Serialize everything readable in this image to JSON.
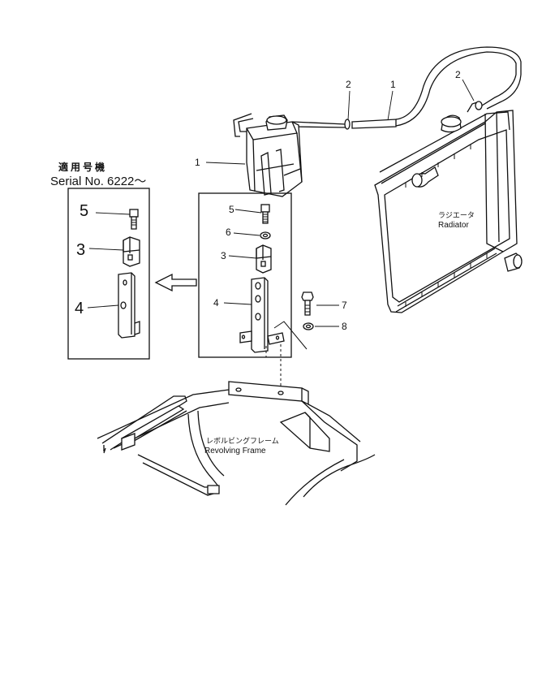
{
  "serial_note": {
    "applicable_machines_jp": "適用号機",
    "serial_label": "Serial No. 6222～"
  },
  "radiator": {
    "label_jp": "ラジエータ",
    "label_en": "Radiator"
  },
  "revolving_frame": {
    "label_jp": "レボルビングフレーム",
    "label_en": "Revolving  Frame"
  },
  "callouts": {
    "tank": "1",
    "hose": "1",
    "clamp_left": "2",
    "clamp_right": "2",
    "bolt": "5",
    "washer": "6",
    "bracket": "3",
    "stay": "4",
    "mount_bolt": "7",
    "mount_washer": "8"
  },
  "inset_callouts": {
    "bolt": "5",
    "bracket": "3",
    "stay": "4"
  }
}
